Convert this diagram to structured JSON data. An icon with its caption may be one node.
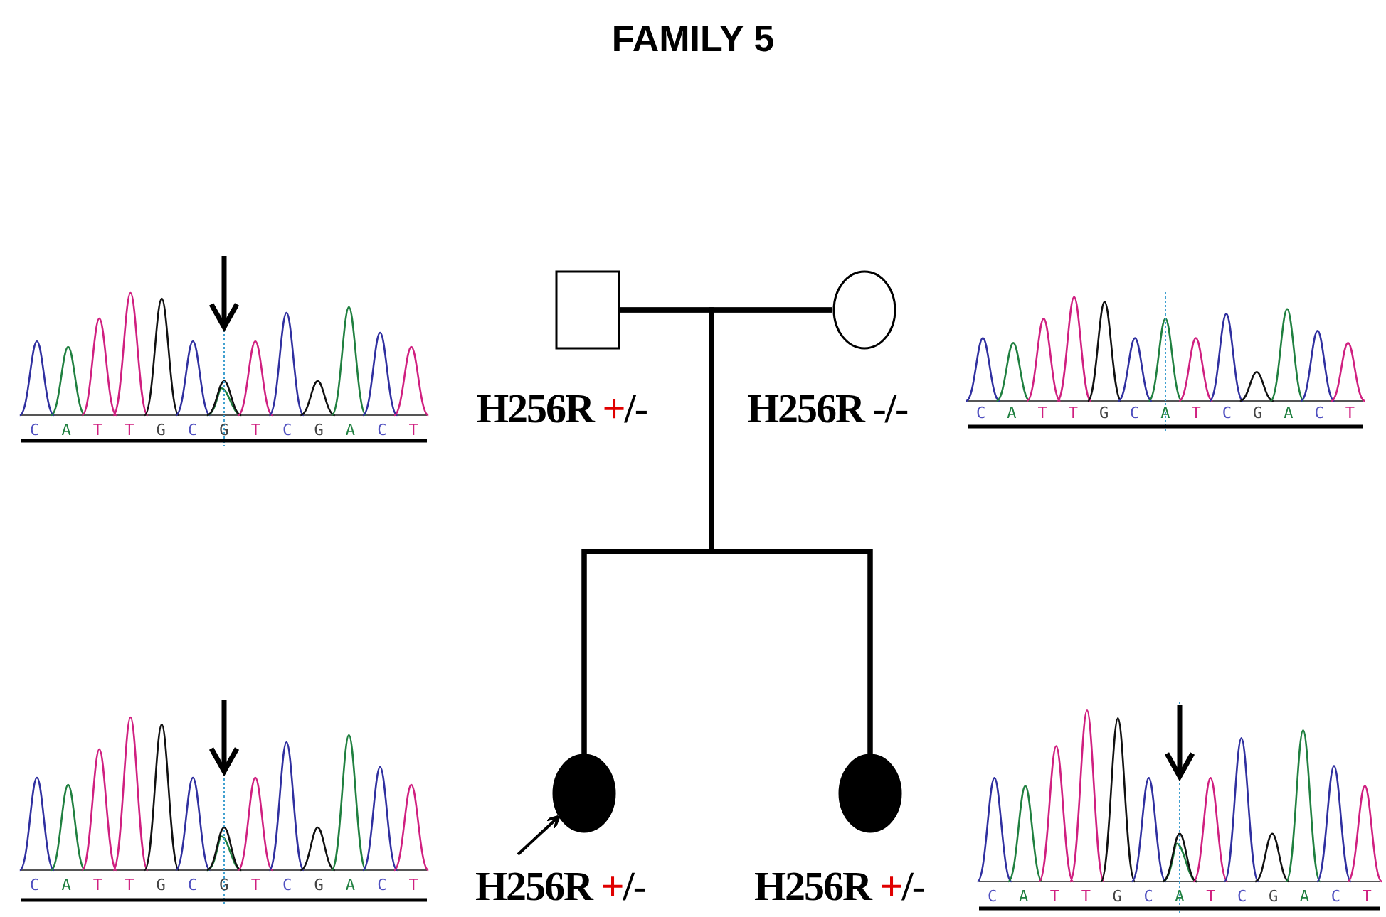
{
  "diagram": {
    "title": "FAMILY 5",
    "nodes": [
      {
        "text": [],
        "shape": "box",
        "beside": [
          "H256R +/-"
        ]
      },
      {
        "text": [],
        "shape": "circle",
        "beside": [
          "H256R -/-"
        ]
      },
      {
        "text": [],
        "shape": "circle",
        "beside": [
          "H256R +/-"
        ]
      },
      {
        "text": [],
        "shape": "circle",
        "beside": [
          "H256R +/-"
        ]
      }
    ],
    "edges": [
      {
        "from": 0,
        "to": 1,
        "arrow": "none"
      },
      {
        "from": 0,
        "to": 2,
        "arrow": "none"
      },
      {
        "from": 0,
        "to": 3,
        "arrow": "none"
      },
      {
        "from": 1,
        "to": 2,
        "arrow": "none"
      },
      {
        "from": 1,
        "to": 3,
        "arrow": "none"
      },
      {
        "from": null,
        "to": 2,
        "arrow": "to"
      }
    ],
    "labels": [
      "C A T T G C G T C G A C T",
      "C A T T G C A T C G A C T",
      "C A T T G C G T C G A C T",
      "C A T T G C A T C G A C T"
    ]
  }
}
